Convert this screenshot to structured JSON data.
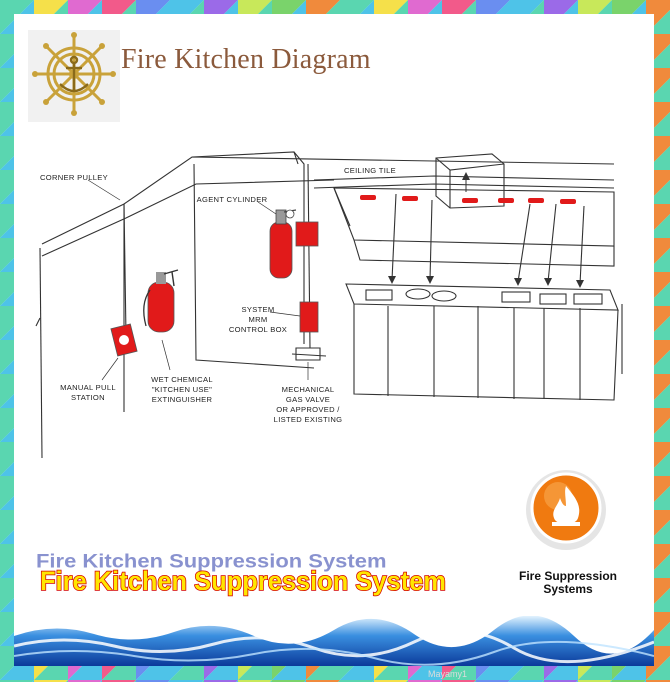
{
  "header": {
    "title": "Fire Kitchen Diagram"
  },
  "diagram_labels": {
    "corner_pulley": "CORNER PULLEY",
    "ceiling_tile": "CEILING TILE",
    "agent_cylinder": "AGENT CYLINDER",
    "system_line1": "SYSTEM",
    "system_line2": "MRM",
    "system_line3": "CONTROL BOX",
    "manual_pull_line1": "MANUAL PULL",
    "manual_pull_line2": "STATION",
    "wet_chem_line1": "WET CHEMICAL",
    "wet_chem_line2": "\"KITCHEN USE\"",
    "wet_chem_line3": "EXTINGUISHER",
    "mech_line1": "MECHANICAL",
    "mech_line2": "GAS VALVE",
    "mech_line3": "OR APPROVED /",
    "mech_line4": "LISTED EXISTING"
  },
  "banner": {
    "text": "Fire Kitchen Suppression System"
  },
  "badge": {
    "line1": "Fire Suppression",
    "line2": "Systems"
  },
  "watermark": "Mayamy1",
  "colors": {
    "title": "#8b5a3c",
    "banner_fill": "#ffe600",
    "banner_stroke": "#d40000",
    "device_red": "#e11a1a",
    "badge_orange": "#f07a10"
  }
}
